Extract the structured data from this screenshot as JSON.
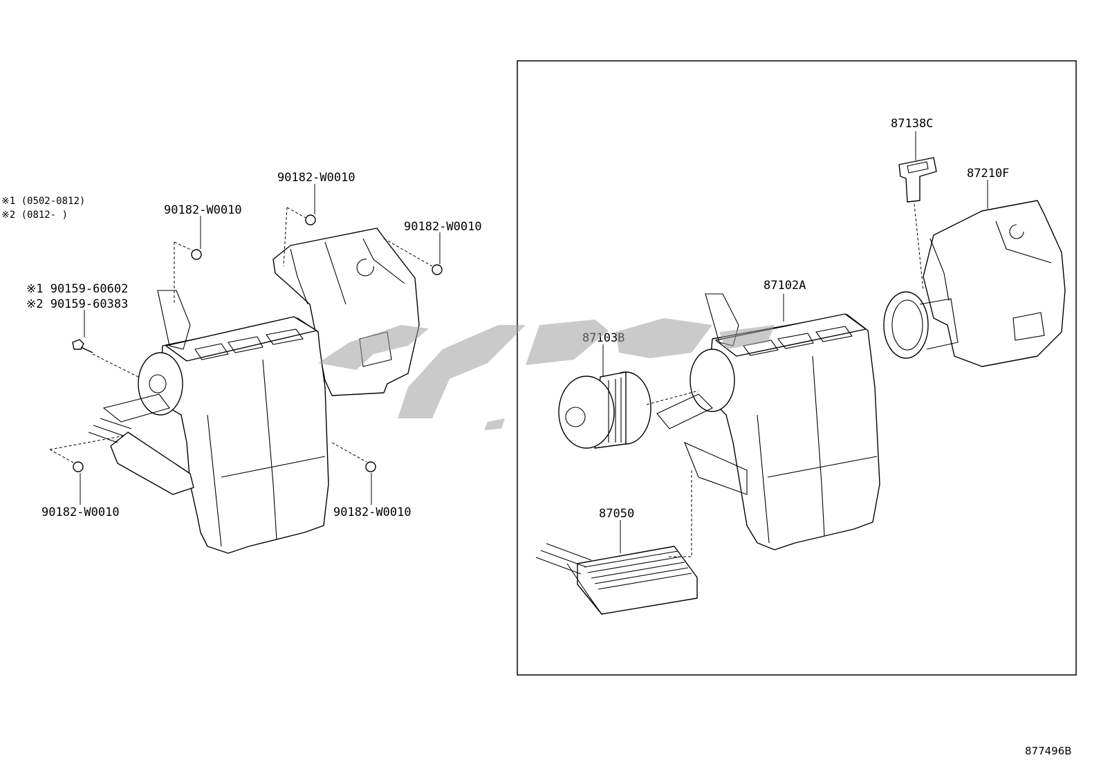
{
  "notes": [
    "※1 (0502-0812)",
    "※2 (0812-    )"
  ],
  "left_assembly": {
    "labels": {
      "nut_top_left": "90182-W0010",
      "nut_top_center": "90182-W0010",
      "nut_top_right": "90182-W0010",
      "screw_alt1": "※1 90159-60602",
      "screw_alt2": "※2 90159-60383",
      "nut_bottom_left": "90182-W0010",
      "nut_bottom_right": "90182-W0010"
    }
  },
  "exploded_box": {
    "labels": {
      "resistor": "87138C",
      "blower_case": "87210F",
      "heater_unit": "87102A",
      "blower_motor": "87103B",
      "heater_core": "87050"
    }
  },
  "diagram_ref": "877496B"
}
